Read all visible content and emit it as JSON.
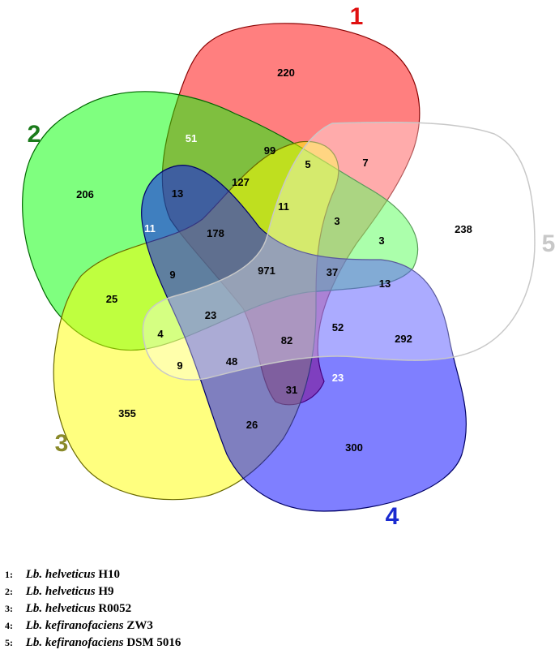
{
  "venn": {
    "sets": [
      {
        "id": "1",
        "color": "#ff0000",
        "label_color": "#e01010"
      },
      {
        "id": "2",
        "color": "#00ff00",
        "label_color": "#1a7a1a"
      },
      {
        "id": "3",
        "color": "#ffff00",
        "label_color": "#8a8a2a"
      },
      {
        "id": "4",
        "color": "#0000ff",
        "label_color": "#1a2ad0"
      },
      {
        "id": "5",
        "color": "#ffffff",
        "label_color": "#c8c8c8"
      }
    ],
    "regions": [
      {
        "value": "220",
        "sets": "1"
      },
      {
        "value": "206",
        "sets": "2"
      },
      {
        "value": "355",
        "sets": "3"
      },
      {
        "value": "300",
        "sets": "4"
      },
      {
        "value": "238",
        "sets": "5"
      },
      {
        "value": "51",
        "sets": "1,2"
      },
      {
        "value": "99",
        "sets": "1,2,3"
      },
      {
        "value": "5",
        "sets": "1,2,3,5"
      },
      {
        "value": "7",
        "sets": "1,5"
      },
      {
        "value": "127",
        "sets": "1,2,3"
      },
      {
        "value": "13",
        "sets": "1,2,4"
      },
      {
        "value": "11",
        "sets": "2,4"
      },
      {
        "value": "11",
        "sets": "1,2,3,5"
      },
      {
        "value": "3",
        "sets": "1,3,5"
      },
      {
        "value": "3",
        "sets": "2,5"
      },
      {
        "value": "178",
        "sets": "1,2,3,4"
      },
      {
        "value": "971",
        "sets": "1,2,3,4,5"
      },
      {
        "value": "37",
        "sets": "1,4,5"
      },
      {
        "value": "13",
        "sets": "2,4,5"
      },
      {
        "value": "9",
        "sets": "2,3,4"
      },
      {
        "value": "25",
        "sets": "2,3"
      },
      {
        "value": "23",
        "sets": "2,3,4,5"
      },
      {
        "value": "4",
        "sets": "2,3,5"
      },
      {
        "value": "82",
        "sets": "1,3,4,5"
      },
      {
        "value": "52",
        "sets": "1,4,5"
      },
      {
        "value": "292",
        "sets": "4,5"
      },
      {
        "value": "9",
        "sets": "3,5"
      },
      {
        "value": "48",
        "sets": "3,4,5"
      },
      {
        "value": "31",
        "sets": "1,3,4"
      },
      {
        "value": "23",
        "sets": "1,4"
      },
      {
        "value": "26",
        "sets": "3,4"
      }
    ]
  },
  "legend": [
    {
      "num": "1:",
      "genus": "Lb. helveticus",
      "strain": "H10"
    },
    {
      "num": "2:",
      "genus": "Lb. helveticus",
      "strain": "H9"
    },
    {
      "num": "3:",
      "genus": "Lb. helveticus",
      "strain": "R0052"
    },
    {
      "num": "4:",
      "genus": "Lb. kefiranofaciens",
      "strain": "ZW3"
    },
    {
      "num": "5:",
      "genus": "Lb. kefiranofaciens",
      "strain": "DSM 5016"
    }
  ]
}
